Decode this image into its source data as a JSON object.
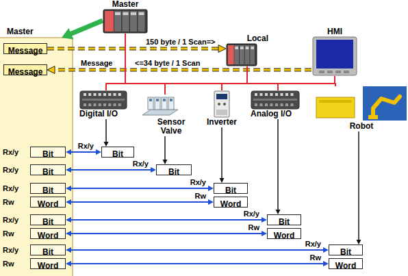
{
  "diagram": {
    "nodes": [
      {
        "text": [
          "Master"
        ]
      },
      {
        "text": [
          "Message"
        ],
        "in": 0
      },
      {
        "text": [
          "Message"
        ],
        "in": 0
      },
      {
        "text": [
          "Bit"
        ],
        "in": 0
      },
      {
        "text": [
          "Bit"
        ],
        "in": 0
      },
      {
        "text": [
          "Bit"
        ],
        "in": 0
      },
      {
        "text": [
          "Word"
        ],
        "in": 0
      },
      {
        "text": [
          "Bit"
        ],
        "in": 0
      },
      {
        "text": [
          "Word"
        ],
        "in": 0
      },
      {
        "text": [
          "Bit"
        ],
        "in": 0
      },
      {
        "text": [
          "Word"
        ],
        "in": 0
      },
      {
        "text": [
          "Master"
        ]
      },
      {
        "text": [
          "Local"
        ]
      },
      {
        "text": [
          "HMI"
        ]
      },
      {
        "text": [
          "Digital I/O"
        ]
      },
      {
        "text": [
          "Sensor Valve"
        ]
      },
      {
        "text": [
          "Inverter"
        ]
      },
      {
        "text": [
          "Analog I/O"
        ]
      },
      {
        "text": [
          "Robot"
        ]
      },
      {
        "text": [
          "Bit"
        ]
      },
      {
        "text": [
          "Bit"
        ]
      },
      {
        "text": [
          "Bit"
        ]
      },
      {
        "text": [
          "Word"
        ]
      },
      {
        "text": [
          "Bit"
        ]
      },
      {
        "text": [
          "Word"
        ]
      },
      {
        "text": [
          "Bit"
        ]
      },
      {
        "text": [
          "Word"
        ]
      }
    ],
    "edges": [
      {
        "from": 11,
        "to": 0,
        "arrow": "to"
      },
      {
        "from": 1,
        "to": 12,
        "arrow": "to",
        "label": "150 byte / 1 Scan=>"
      },
      {
        "from": 13,
        "to": 2,
        "arrow": "to",
        "label": "<=34 byte / 1 Scan"
      },
      {
        "from": 11,
        "to": 12,
        "arrow": "none"
      },
      {
        "from": 11,
        "to": 13,
        "arrow": "none"
      },
      {
        "from": 11,
        "to": 14,
        "arrow": "none"
      },
      {
        "from": 11,
        "to": 15,
        "arrow": "none"
      },
      {
        "from": 11,
        "to": 16,
        "arrow": "none"
      },
      {
        "from": 11,
        "to": 17,
        "arrow": "none"
      },
      {
        "from": 11,
        "to": 18,
        "arrow": "none"
      },
      {
        "from": 14,
        "to": 19,
        "arrow": "to"
      },
      {
        "from": 15,
        "to": 20,
        "arrow": "to"
      },
      {
        "from": 16,
        "to": 21,
        "arrow": "to"
      },
      {
        "from": 17,
        "to": 23,
        "arrow": "to"
      },
      {
        "from": 18,
        "to": 25,
        "arrow": "to"
      },
      {
        "from": 3,
        "to": 19,
        "arrow": "both",
        "label": "Rx/y"
      },
      {
        "from": 4,
        "to": 20,
        "arrow": "both",
        "label": "Rx/y"
      },
      {
        "from": 5,
        "to": 21,
        "arrow": "both",
        "label": "Rx/y"
      },
      {
        "from": 6,
        "to": 22,
        "arrow": "both",
        "label": "Rw"
      },
      {
        "from": 7,
        "to": 23,
        "arrow": "both",
        "label": "Rx/y"
      },
      {
        "from": 8,
        "to": 24,
        "arrow": "both",
        "label": "Rw"
      },
      {
        "from": 9,
        "to": 25,
        "arrow": "both",
        "label": "Rx/y"
      },
      {
        "from": 10,
        "to": 26,
        "arrow": "both",
        "label": "Rw"
      }
    ],
    "labels": [
      "Message",
      "Rx/y",
      "Rx/y",
      "Rx/y",
      "Rw",
      "Rx/y",
      "Rw",
      "Rx/y",
      "Rw"
    ]
  }
}
